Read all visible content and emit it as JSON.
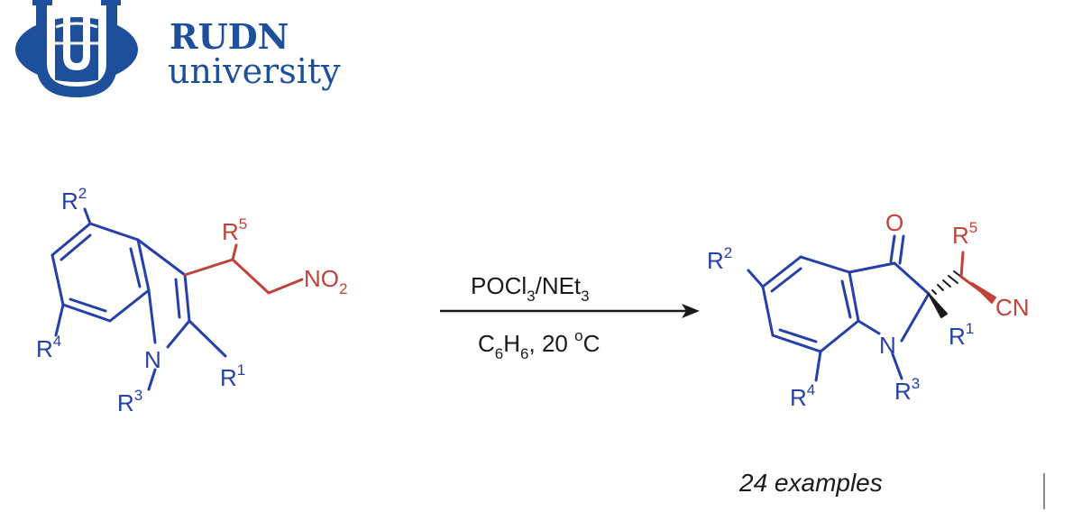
{
  "logo": {
    "name_line1": "RUDN",
    "name_line2": "university",
    "color": "#1d4f9a"
  },
  "reaction": {
    "reagent": {
      "base": "POCl",
      "sub": "3",
      "rest": "/NEt",
      "sub2": "3"
    },
    "conditions": {
      "base": "C",
      "sub": "6",
      "mid": "H",
      "sub2": "6",
      "rest": ", 20 ",
      "sup": "o",
      "end": "C"
    },
    "examples": "24 examples"
  },
  "reactant": {
    "R1": {
      "base": "R",
      "sup": "1"
    },
    "R2": {
      "base": "R",
      "sup": "2"
    },
    "R3": {
      "base": "R",
      "sup": "3"
    },
    "R4": {
      "base": "R",
      "sup": "4"
    },
    "R5": {
      "base": "R",
      "sup": "5"
    },
    "N": "N",
    "nitro": {
      "base": "NO",
      "sub": "2"
    }
  },
  "product": {
    "R1": {
      "base": "R",
      "sup": "1"
    },
    "R2": {
      "base": "R",
      "sup": "2"
    },
    "R3": {
      "base": "R",
      "sup": "3"
    },
    "R4": {
      "base": "R",
      "sup": "4"
    },
    "R5": {
      "base": "R",
      "sup": "5"
    },
    "N": "N",
    "O": "O",
    "CN": "CN"
  },
  "colors": {
    "blue": "#2540a8",
    "red": "#c0433a",
    "black": "#1a1a1a"
  }
}
